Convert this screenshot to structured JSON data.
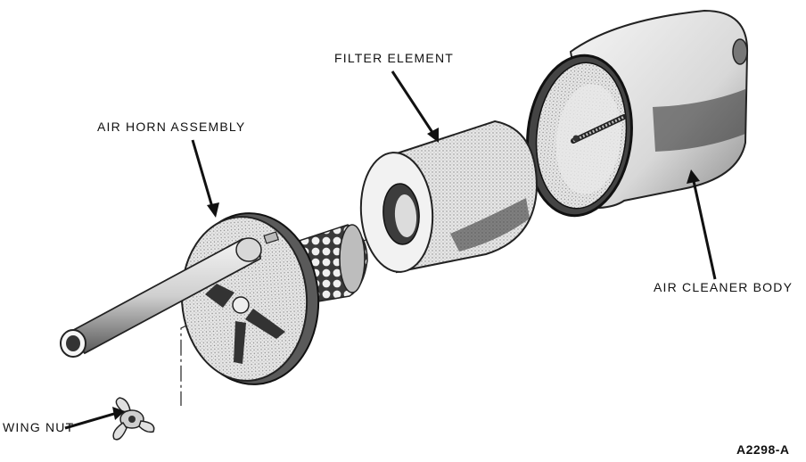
{
  "labels": {
    "filter_element": "FILTER ELEMENT",
    "air_horn_assembly": "AIR HORN ASSEMBLY",
    "air_cleaner_body": "AIR CLEANER BODY",
    "wing_nut": "WING NUT"
  },
  "figure_code": "A2298-A"
}
